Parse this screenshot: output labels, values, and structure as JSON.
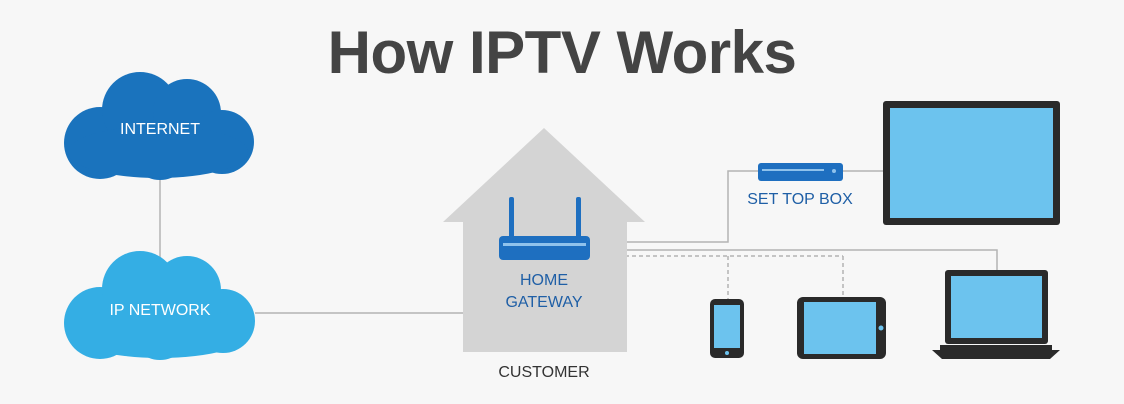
{
  "title": "How IPTV Works",
  "nodes": {
    "internet": "INTERNET",
    "ip_network": "IP NETWORK",
    "home_gateway": "HOME\nGATEWAY",
    "customer": "CUSTOMER",
    "set_top_box": "SET TOP BOX"
  },
  "colors": {
    "title": "#444444",
    "internet_cloud": "#1a73bd",
    "ip_network_cloud": "#34aee4",
    "house": "#d4d4d4",
    "device_frame": "#2a2a2a",
    "screen": "#6cc3ee",
    "router": "#1e6fc0",
    "connector": "#b4b4b4",
    "label_blue": "#1f5fa6",
    "label_dark": "#333333",
    "cloud_text": "#ffffff"
  },
  "icons": [
    "router-icon",
    "set-top-box-icon",
    "tv-icon",
    "smartphone-icon",
    "tablet-icon",
    "laptop-icon"
  ]
}
